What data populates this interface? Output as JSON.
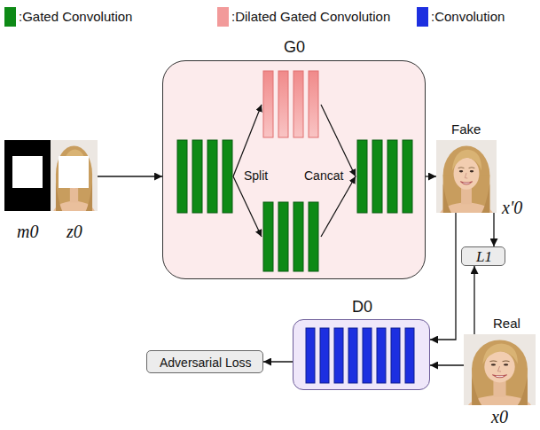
{
  "diagram": {
    "nodes": [
      {
        "text": [
          "G0"
        ]
      },
      {
        "text": [
          "m0"
        ]
      },
      {
        "text": [
          "z0"
        ]
      },
      {
        "text": [
          "Fake",
          "x'0"
        ]
      },
      {
        "text": [
          "L1"
        ]
      },
      {
        "text": [
          "D0"
        ]
      },
      {
        "text": [
          "Real",
          "x0"
        ]
      },
      {
        "text": [
          "Adversarial Loss"
        ]
      }
    ],
    "edges": [
      {
        "from": 2,
        "to": 0,
        "arrow": "to"
      },
      {
        "from": 0,
        "to": 3,
        "arrow": "to"
      },
      {
        "from": 3,
        "to": 4,
        "arrow": "to"
      },
      {
        "from": 3,
        "to": 5,
        "arrow": "to"
      },
      {
        "from": 6,
        "to": 4,
        "arrow": "to"
      },
      {
        "from": 6,
        "to": 5,
        "arrow": "to"
      },
      {
        "from": 5,
        "to": 7,
        "arrow": "to"
      }
    ],
    "labels": [
      "Split",
      "Cancat"
    ],
    "legend": [
      {
        "text": ":Gated Convolution",
        "color": "#0e8a16"
      },
      {
        "text": ":Dilated Gated Convolution",
        "color": "#f29a9a"
      },
      {
        "text": ":Convolution",
        "color": "#1d2fe0"
      }
    ]
  }
}
